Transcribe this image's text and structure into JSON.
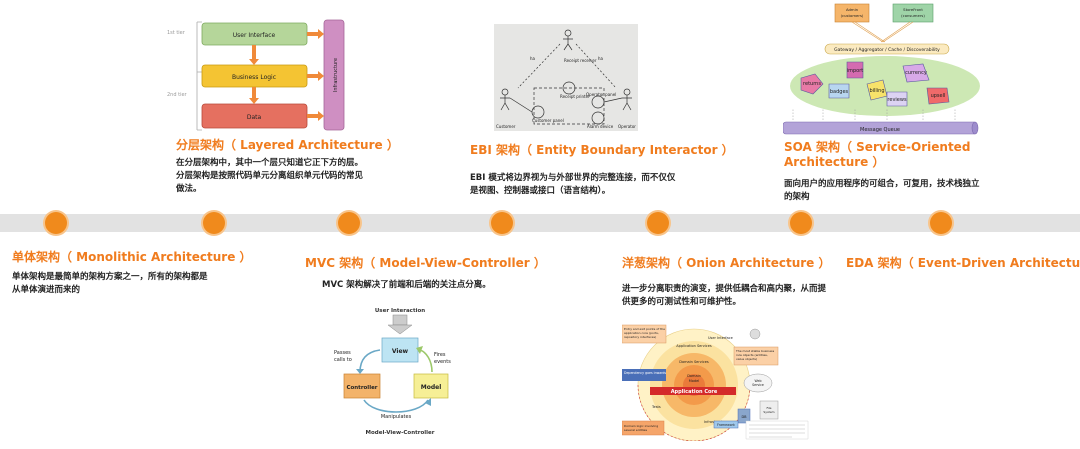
{
  "eras": [
    {
      "title": "单体架构（ Monolithic Architecture ）",
      "desc": "单体架构是最简单的架构方案之一，所有的架构都是从单体演进而来的"
    },
    {
      "title": "分层架构（ Layered Architecture ）",
      "desc": "在分层架构中，其中一个层只知道它正下方的层。分层架构是按照代码单元分离组织单元代码的常见做法。"
    },
    {
      "title": "MVC 架构（ Model-View-Controller ）",
      "desc": "MVC 架构解决了前端和后端的关注点分离。"
    },
    {
      "title": "EBI 架构（ Entity Boundary Interactor ）",
      "desc": "EBI 模式将边界视为与外部世界的完整连接，而不仅仅是视图、控制器或接口（语言结构）。"
    },
    {
      "title": "洋葱架构（ Onion Architecture ）",
      "desc": "进一步分离职责的演变，提供低耦合和高内聚，从而提供更多的可测试性和可维护性。"
    },
    {
      "title": "SOA 架构（ Service-Oriented Architecture ）",
      "desc": "面向用户的应用程序的可组合，可复用，技术栈独立的架构"
    },
    {
      "title": "EDA 架构（ Event-Driven Architecture ）",
      "desc": ""
    }
  ],
  "layered": {
    "tier1": "1st tier",
    "tier2": "2nd tier",
    "ui": "User Interface",
    "logic": "Business Logic",
    "data": "Data",
    "infra": "Infrastructure"
  },
  "mvc": {
    "top": "User Interaction",
    "view": "View",
    "controller": "Controller",
    "model": "Model",
    "passes": "Passes calls to",
    "fires": "Fires events",
    "manip": "Manipulates",
    "caption": "Model-View-Controller"
  },
  "ebi": {
    "customer": "Customer",
    "operator": "Operator",
    "receipt_receiver": "Receipt receiver",
    "receipt_printer": "Receipt printer",
    "customer_panel": "Customer panel",
    "operator_panel": "Operator panel",
    "alarm": "Alarm device",
    "ha": "ha"
  },
  "soa": {
    "admin": "Admin (customers)",
    "store": "StoreFront (consumers)",
    "gateway": "Gateway / Aggregator / Cache / Discoverability",
    "queue": "Message Queue",
    "services": [
      "returns",
      "import",
      "currency",
      "badges",
      "billing",
      "reviews",
      "upsell"
    ]
  },
  "onion": {
    "app_core": "Application Core",
    "domain_model": "Domain Model",
    "domain_services": "Domain Services",
    "app_services": "Application Services",
    "ui": "User Interface",
    "infra": "Infrastructure",
    "tests": "Tests",
    "db": "DB",
    "web": "Web Service",
    "file": "File System",
    "framework": "Framework",
    "note1": "Entry and exit points of the application core (ports, repository interfaces)",
    "note2": "Dependency goes inwards",
    "note3": "The most stable business rule objects (entities, value objects)",
    "note4": "Domain logic involving several entities"
  },
  "colors": {
    "accent": "#f07c1e",
    "dot": "#f08a1c",
    "band": "#e2e2e2"
  }
}
